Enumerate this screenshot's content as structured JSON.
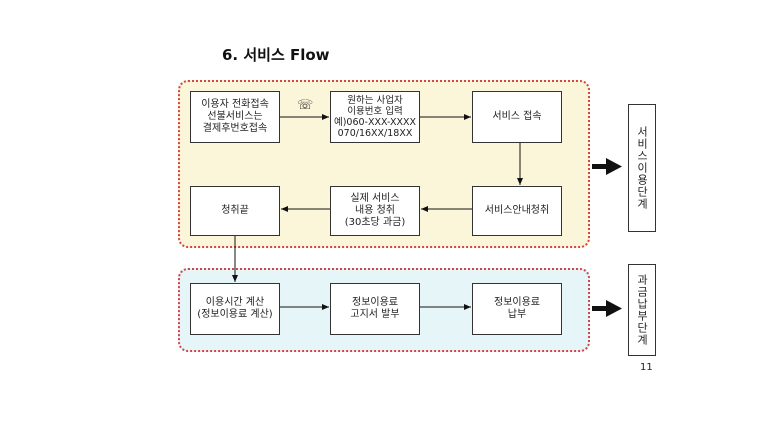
{
  "title": "6. 서비스 Flow",
  "page_number": "11",
  "phone_icon": "☏",
  "stages": {
    "service_use": "서비스이용단계",
    "billing": "과금납부단계"
  },
  "boxes": {
    "user_connect": "이용자 전화접속\n선불서비스는\n결제후번호접속",
    "enter_number": "원하는 사업자\n이용번호 입력\n예)060-XXX-XXXX\n070/16XX/18XX",
    "service_connect": "서비스 접속",
    "service_guide": "서비스안내청취",
    "actual_service": "실제 서비스\n내용 청취\n(30초당 과금)",
    "call_end": "청취끝",
    "usage_calc": "이용시간 계산\n(정보이용료 계산)",
    "bill_issue": "정보이용료\n고지서 발부",
    "payment": "정보이용료\n납부"
  }
}
